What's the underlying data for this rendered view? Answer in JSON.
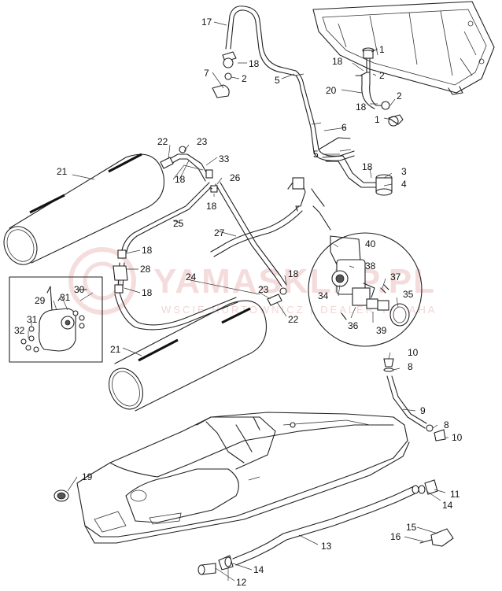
{
  "watermark": {
    "brand": "YAMASKLEP.PL",
    "tagline": "WSCIE HURTOWNICZ | DEALER YAMAHA"
  },
  "colors": {
    "line": "#222222",
    "watermark": "#e9b3b3",
    "background": "#ffffff"
  },
  "callouts": [
    {
      "id": "c17",
      "text": "17"
    },
    {
      "id": "c18a",
      "text": "18"
    },
    {
      "id": "c7",
      "text": "7"
    },
    {
      "id": "c2a",
      "text": "2"
    },
    {
      "id": "c5a",
      "text": "5"
    },
    {
      "id": "c1a",
      "text": "1"
    },
    {
      "id": "c18b",
      "text": "18"
    },
    {
      "id": "c2b",
      "text": "2"
    },
    {
      "id": "c20",
      "text": "20"
    },
    {
      "id": "c18c",
      "text": "18"
    },
    {
      "id": "c2c",
      "text": "2"
    },
    {
      "id": "c1b",
      "text": "1"
    },
    {
      "id": "c6",
      "text": "6"
    },
    {
      "id": "c5b",
      "text": "5"
    },
    {
      "id": "c18d",
      "text": "18"
    },
    {
      "id": "c3",
      "text": "3"
    },
    {
      "id": "c4",
      "text": "4"
    },
    {
      "id": "c22a",
      "text": "22"
    },
    {
      "id": "c23a",
      "text": "23"
    },
    {
      "id": "c33",
      "text": "33"
    },
    {
      "id": "c21a",
      "text": "21"
    },
    {
      "id": "c18e",
      "text": "18"
    },
    {
      "id": "c26",
      "text": "26"
    },
    {
      "id": "c18f",
      "text": "18"
    },
    {
      "id": "c25",
      "text": "25"
    },
    {
      "id": "c27",
      "text": "27"
    },
    {
      "id": "c40",
      "text": "40"
    },
    {
      "id": "c18g",
      "text": "18"
    },
    {
      "id": "c28",
      "text": "28"
    },
    {
      "id": "c30",
      "text": "30"
    },
    {
      "id": "c29",
      "text": "29"
    },
    {
      "id": "c31a",
      "text": "31"
    },
    {
      "id": "c18h",
      "text": "18"
    },
    {
      "id": "c24",
      "text": "24"
    },
    {
      "id": "c18i",
      "text": "18"
    },
    {
      "id": "c23b",
      "text": "23"
    },
    {
      "id": "c38",
      "text": "38"
    },
    {
      "id": "c37",
      "text": "37"
    },
    {
      "id": "c34",
      "text": "34"
    },
    {
      "id": "c35",
      "text": "35"
    },
    {
      "id": "c22b",
      "text": "22"
    },
    {
      "id": "c36",
      "text": "36"
    },
    {
      "id": "c39",
      "text": "39"
    },
    {
      "id": "c31b",
      "text": "31"
    },
    {
      "id": "c32",
      "text": "32"
    },
    {
      "id": "c21b",
      "text": "21"
    },
    {
      "id": "c10a",
      "text": "10"
    },
    {
      "id": "c8a",
      "text": "8"
    },
    {
      "id": "c9",
      "text": "9"
    },
    {
      "id": "c8b",
      "text": "8"
    },
    {
      "id": "c10b",
      "text": "10"
    },
    {
      "id": "c19",
      "text": "19"
    },
    {
      "id": "c11",
      "text": "11"
    },
    {
      "id": "c14a",
      "text": "14"
    },
    {
      "id": "c15",
      "text": "15"
    },
    {
      "id": "c16",
      "text": "16"
    },
    {
      "id": "c13",
      "text": "13"
    },
    {
      "id": "c14b",
      "text": "14"
    },
    {
      "id": "c12",
      "text": "12"
    }
  ]
}
